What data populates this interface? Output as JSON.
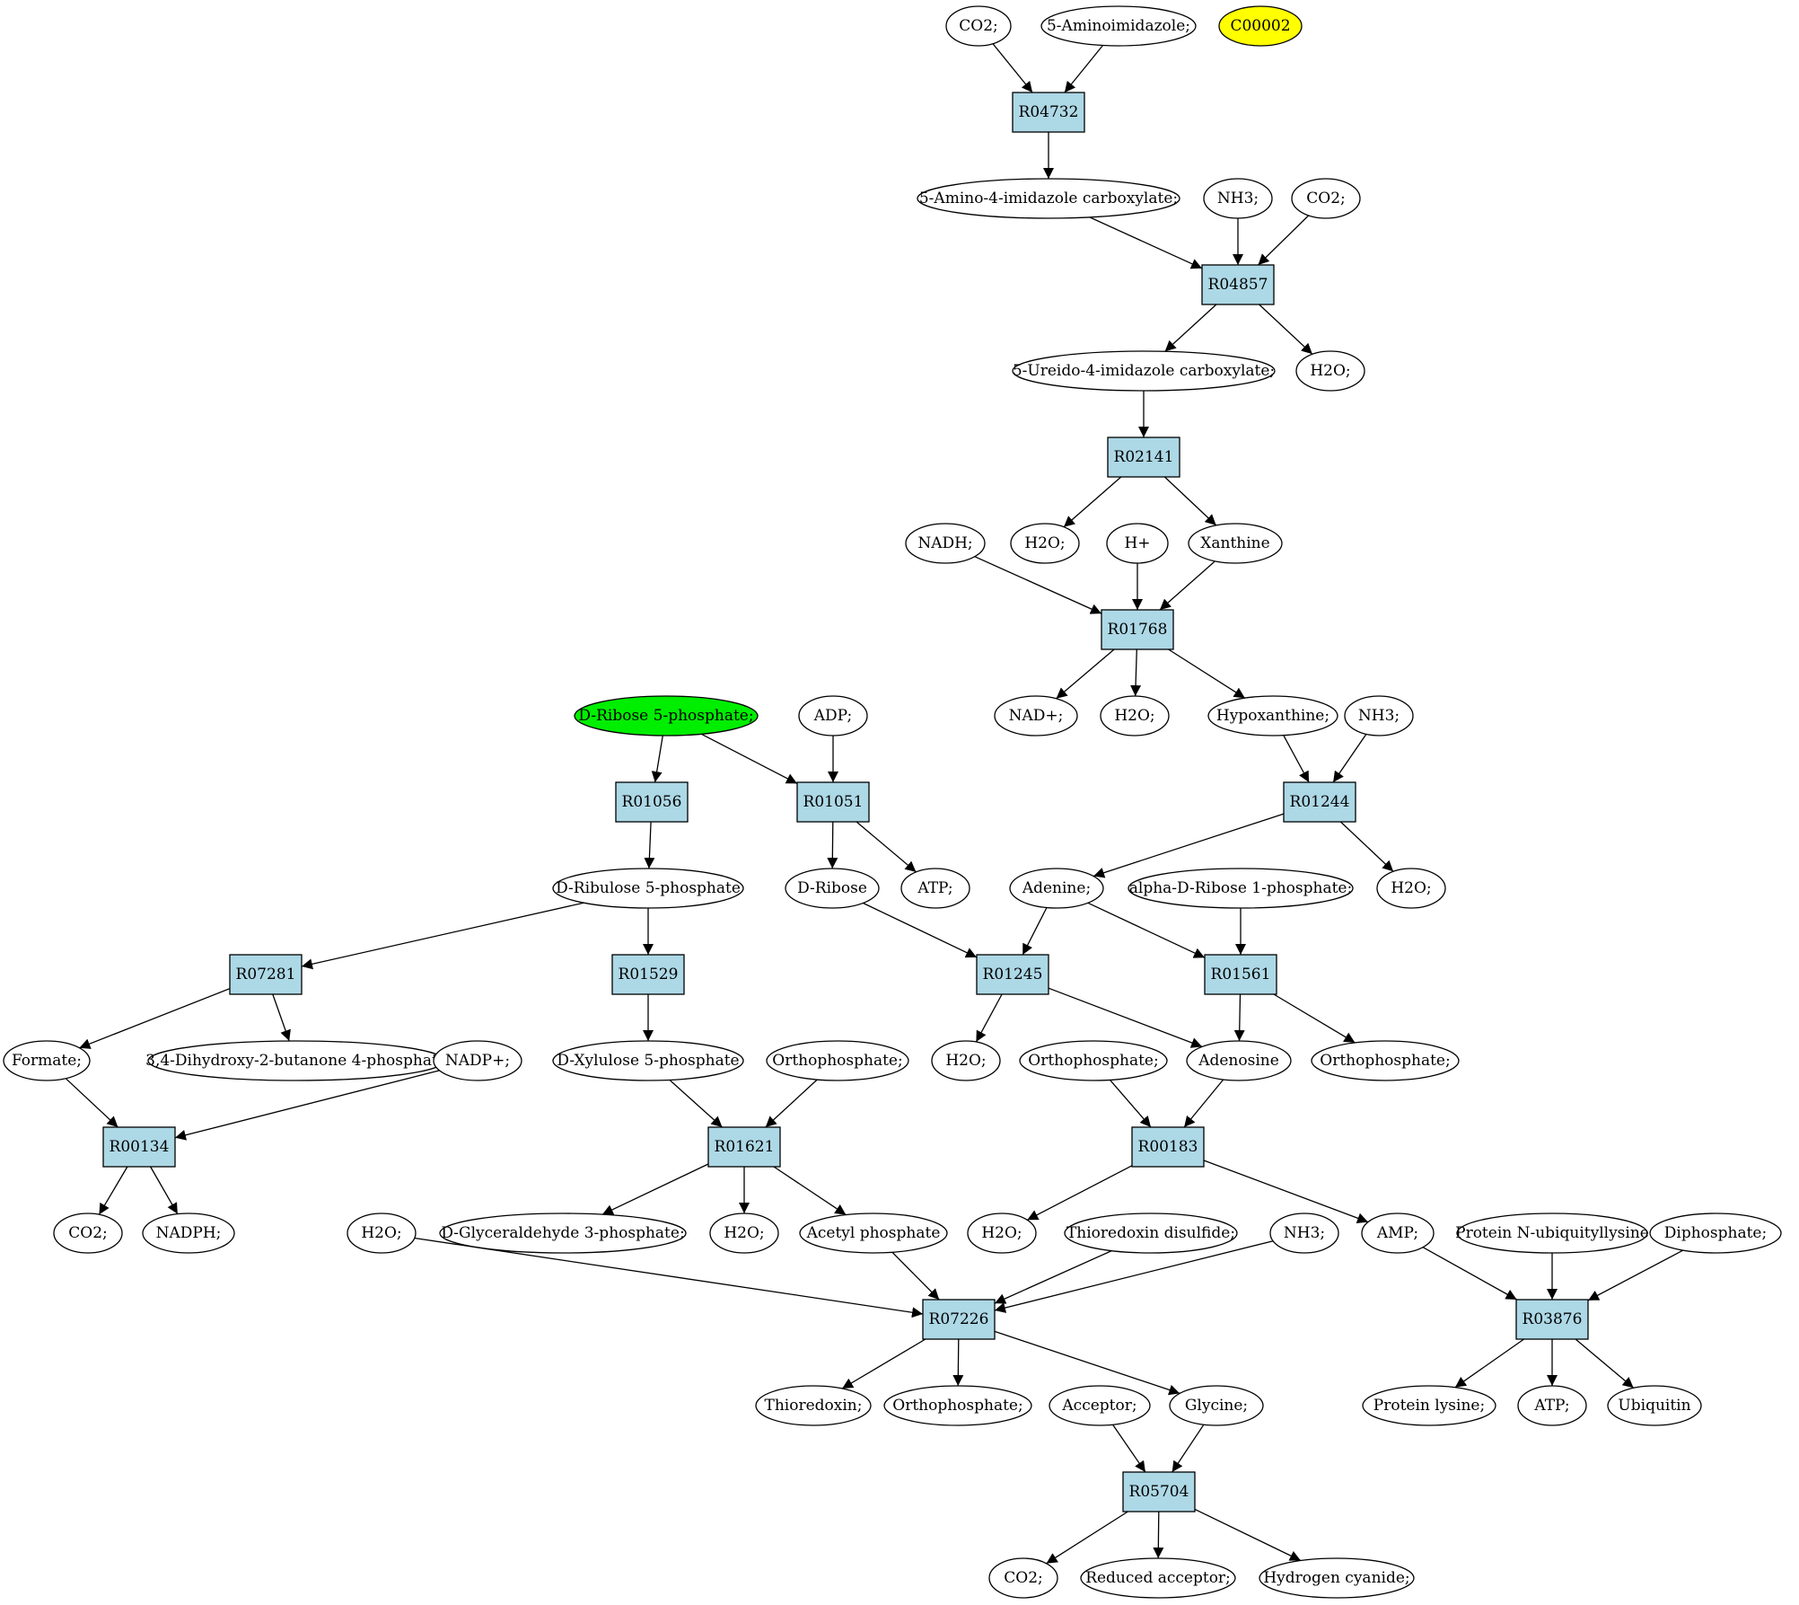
{
  "colors": {
    "reaction_fill": "#add8e6",
    "compound_fill": "#ffffff",
    "start_compound_fill": "#00ee00",
    "target_compound_fill": "#ffff00",
    "stroke": "#000000"
  },
  "reactions": [
    {
      "id": "r04732",
      "label": "R04732"
    },
    {
      "id": "r04857",
      "label": "R04857"
    },
    {
      "id": "r02141",
      "label": "R02141"
    },
    {
      "id": "r01768",
      "label": "R01768"
    },
    {
      "id": "r01244",
      "label": "R01244"
    },
    {
      "id": "r01056",
      "label": "R01056"
    },
    {
      "id": "r01051",
      "label": "R01051"
    },
    {
      "id": "r07281",
      "label": "R07281"
    },
    {
      "id": "r01529",
      "label": "R01529"
    },
    {
      "id": "r01245",
      "label": "R01245"
    },
    {
      "id": "r01561",
      "label": "R01561"
    },
    {
      "id": "r00134",
      "label": "R00134"
    },
    {
      "id": "r01621",
      "label": "R01621"
    },
    {
      "id": "r00183",
      "label": "R00183"
    },
    {
      "id": "r07226",
      "label": "R07226"
    },
    {
      "id": "r03876",
      "label": "R03876"
    },
    {
      "id": "r05704",
      "label": "R05704"
    }
  ],
  "compounds": [
    {
      "id": "co2_a",
      "label": "CO2;"
    },
    {
      "id": "aminoimidazole",
      "label": "5-Aminoimidazole;"
    },
    {
      "id": "c00002",
      "label": "C00002",
      "role": "target"
    },
    {
      "id": "aica",
      "label": "5-Amino-4-imidazole carboxylate;"
    },
    {
      "id": "nh3_a",
      "label": "NH3;"
    },
    {
      "id": "co2_b",
      "label": "CO2;"
    },
    {
      "id": "ureido",
      "label": "5-Ureido-4-imidazole carboxylate;"
    },
    {
      "id": "h2o_a",
      "label": "H2O;"
    },
    {
      "id": "nadh",
      "label": "NADH;"
    },
    {
      "id": "h2o_b",
      "label": "H2O;"
    },
    {
      "id": "hplus",
      "label": "H+"
    },
    {
      "id": "xanthine",
      "label": "Xanthine"
    },
    {
      "id": "ribose5p",
      "label": "D-Ribose 5-phosphate;",
      "role": "start"
    },
    {
      "id": "adp",
      "label": "ADP;"
    },
    {
      "id": "nadplus",
      "label": "NAD+;"
    },
    {
      "id": "h2o_c",
      "label": "H2O;"
    },
    {
      "id": "hypoxanthine",
      "label": "Hypoxanthine;"
    },
    {
      "id": "nh3_b",
      "label": "NH3;"
    },
    {
      "id": "ribulose5p",
      "label": "D-Ribulose 5-phosphate"
    },
    {
      "id": "dribose",
      "label": "D-Ribose"
    },
    {
      "id": "atp_a",
      "label": "ATP;"
    },
    {
      "id": "adenine",
      "label": "Adenine;"
    },
    {
      "id": "ar1p",
      "label": "alpha-D-Ribose 1-phosphate;"
    },
    {
      "id": "h2o_d",
      "label": "H2O;"
    },
    {
      "id": "formate",
      "label": "Formate;"
    },
    {
      "id": "dhbp",
      "label": "3,4-Dihydroxy-2-butanone 4-phosphate"
    },
    {
      "id": "nadpplus",
      "label": "NADP+;"
    },
    {
      "id": "xylulose5p",
      "label": "D-Xylulose 5-phosphate"
    },
    {
      "id": "orthophos_a",
      "label": "Orthophosphate;"
    },
    {
      "id": "h2o_e",
      "label": "H2O;"
    },
    {
      "id": "orthophos_b",
      "label": "Orthophosphate;"
    },
    {
      "id": "adenosine",
      "label": "Adenosine"
    },
    {
      "id": "orthophos_c",
      "label": "Orthophosphate;"
    },
    {
      "id": "co2_c",
      "label": "CO2;"
    },
    {
      "id": "nadph",
      "label": "NADPH;"
    },
    {
      "id": "h2o_f",
      "label": "H2O;"
    },
    {
      "id": "g3p",
      "label": "D-Glyceraldehyde 3-phosphate;"
    },
    {
      "id": "h2o_g",
      "label": "H2O;"
    },
    {
      "id": "acetylp",
      "label": "Acetyl phosphate"
    },
    {
      "id": "h2o_h",
      "label": "H2O;"
    },
    {
      "id": "thioredoxin_ds",
      "label": "Thioredoxin disulfide;"
    },
    {
      "id": "nh3_c",
      "label": "NH3;"
    },
    {
      "id": "amp",
      "label": "AMP;"
    },
    {
      "id": "protein_nub",
      "label": "Protein N-ubiquityllysine"
    },
    {
      "id": "diphosphate",
      "label": "Diphosphate;"
    },
    {
      "id": "thioredoxin",
      "label": "Thioredoxin;"
    },
    {
      "id": "orthophos_d",
      "label": "Orthophosphate;"
    },
    {
      "id": "acceptor",
      "label": "Acceptor;"
    },
    {
      "id": "glycine",
      "label": "Glycine;"
    },
    {
      "id": "protein_lys",
      "label": "Protein lysine;"
    },
    {
      "id": "atp_b",
      "label": "ATP;"
    },
    {
      "id": "ubiquitin",
      "label": "Ubiquitin"
    },
    {
      "id": "co2_d",
      "label": "CO2;"
    },
    {
      "id": "reduced_acceptor",
      "label": "Reduced acceptor;"
    },
    {
      "id": "hcn",
      "label": "Hydrogen cyanide;"
    }
  ],
  "edges": [
    [
      "co2_a",
      "r04732"
    ],
    [
      "aminoimidazole",
      "r04732"
    ],
    [
      "r04732",
      "aica"
    ],
    [
      "aica",
      "r04857"
    ],
    [
      "nh3_a",
      "r04857"
    ],
    [
      "co2_b",
      "r04857"
    ],
    [
      "r04857",
      "ureido"
    ],
    [
      "r04857",
      "h2o_a"
    ],
    [
      "ureido",
      "r02141"
    ],
    [
      "r02141",
      "h2o_b"
    ],
    [
      "r02141",
      "xanthine"
    ],
    [
      "nadh",
      "r01768"
    ],
    [
      "hplus",
      "r01768"
    ],
    [
      "xanthine",
      "r01768"
    ],
    [
      "r01768",
      "nadplus"
    ],
    [
      "r01768",
      "h2o_c"
    ],
    [
      "r01768",
      "hypoxanthine"
    ],
    [
      "hypoxanthine",
      "r01244"
    ],
    [
      "nh3_b",
      "r01244"
    ],
    [
      "r01244",
      "adenine"
    ],
    [
      "r01244",
      "h2o_d"
    ],
    [
      "ribose5p",
      "r01056"
    ],
    [
      "ribose5p",
      "r01051"
    ],
    [
      "adp",
      "r01051"
    ],
    [
      "r01056",
      "ribulose5p"
    ],
    [
      "r01051",
      "dribose"
    ],
    [
      "r01051",
      "atp_a"
    ],
    [
      "ribulose5p",
      "r07281"
    ],
    [
      "ribulose5p",
      "r01529"
    ],
    [
      "r07281",
      "formate"
    ],
    [
      "r07281",
      "dhbp"
    ],
    [
      "r01529",
      "xylulose5p"
    ],
    [
      "dribose",
      "r01245"
    ],
    [
      "adenine",
      "r01245"
    ],
    [
      "adenine",
      "r01561"
    ],
    [
      "ar1p",
      "r01561"
    ],
    [
      "r01245",
      "h2o_e"
    ],
    [
      "r01245",
      "adenosine"
    ],
    [
      "r01561",
      "adenosine"
    ],
    [
      "r01561",
      "orthophos_c"
    ],
    [
      "formate",
      "r00134"
    ],
    [
      "nadpplus",
      "r00134"
    ],
    [
      "r00134",
      "co2_c"
    ],
    [
      "r00134",
      "nadph"
    ],
    [
      "xylulose5p",
      "r01621"
    ],
    [
      "orthophos_a",
      "r01621"
    ],
    [
      "r01621",
      "g3p"
    ],
    [
      "r01621",
      "h2o_g"
    ],
    [
      "r01621",
      "acetylp"
    ],
    [
      "orthophos_b",
      "r00183"
    ],
    [
      "adenosine",
      "r00183"
    ],
    [
      "r00183",
      "h2o_f"
    ],
    [
      "r00183",
      "amp"
    ],
    [
      "h2o_h",
      "r07226"
    ],
    [
      "acetylp",
      "r07226"
    ],
    [
      "thioredoxin_ds",
      "r07226"
    ],
    [
      "nh3_c",
      "r07226"
    ],
    [
      "r07226",
      "thioredoxin"
    ],
    [
      "r07226",
      "orthophos_d"
    ],
    [
      "r07226",
      "glycine"
    ],
    [
      "amp",
      "r03876"
    ],
    [
      "protein_nub",
      "r03876"
    ],
    [
      "diphosphate",
      "r03876"
    ],
    [
      "r03876",
      "protein_lys"
    ],
    [
      "r03876",
      "atp_b"
    ],
    [
      "r03876",
      "ubiquitin"
    ],
    [
      "acceptor",
      "r05704"
    ],
    [
      "glycine",
      "r05704"
    ],
    [
      "r05704",
      "co2_d"
    ],
    [
      "r05704",
      "reduced_acceptor"
    ],
    [
      "r05704",
      "hcn"
    ]
  ]
}
